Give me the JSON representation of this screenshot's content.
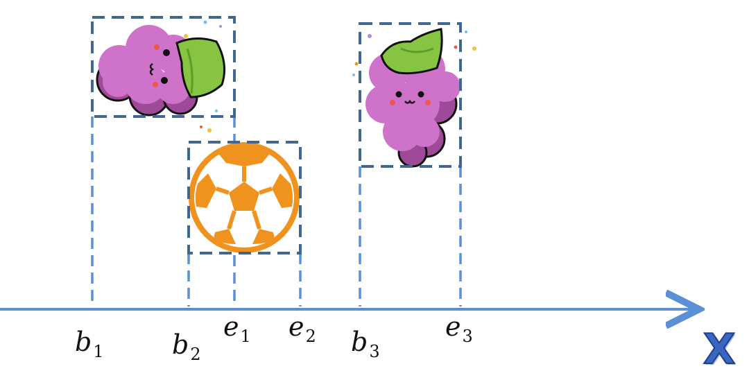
{
  "diagram": {
    "axis_label": "X",
    "intervals": [
      {
        "start": "b",
        "start_sub": "1",
        "end": "e",
        "end_sub": "1",
        "object": "grape-cluster-lying"
      },
      {
        "start": "b",
        "start_sub": "2",
        "end": "e",
        "end_sub": "2",
        "object": "soccer-ball"
      },
      {
        "start": "b",
        "start_sub": "3",
        "end": "e",
        "end_sub": "3",
        "object": "grape-cluster-upright"
      }
    ]
  },
  "colors": {
    "axis": "#5b8fd6",
    "dash_light": "#5b8fd6",
    "dash_dark": "#3f6790",
    "grape": "#cf72c9",
    "grape_dark": "#9e4a98",
    "leaf": "#86c441",
    "ball": "#f0921e"
  }
}
